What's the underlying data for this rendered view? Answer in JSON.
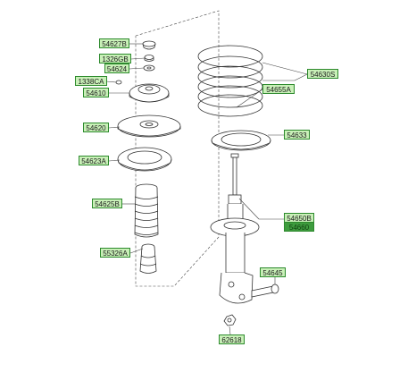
{
  "labels": {
    "l54627B": "54627B",
    "l1326GB": "1326GB",
    "l54624": "54624",
    "l1338CA": "1338CA",
    "l54610": "54610",
    "l54620": "54620",
    "l54623A": "54623A",
    "l54625B": "54625B",
    "l55326A": "55326A",
    "l54630S": "54630S",
    "l54655A": "54655A",
    "l54633": "54633",
    "l54650B": "54650B",
    "l54660": "54660",
    "l54645": "54645",
    "l62618": "62618"
  },
  "colors": {
    "label_fill": "#c9f0b8",
    "label_border": "#2d8a2d",
    "label_dark_fill": "#3e9c3e"
  }
}
